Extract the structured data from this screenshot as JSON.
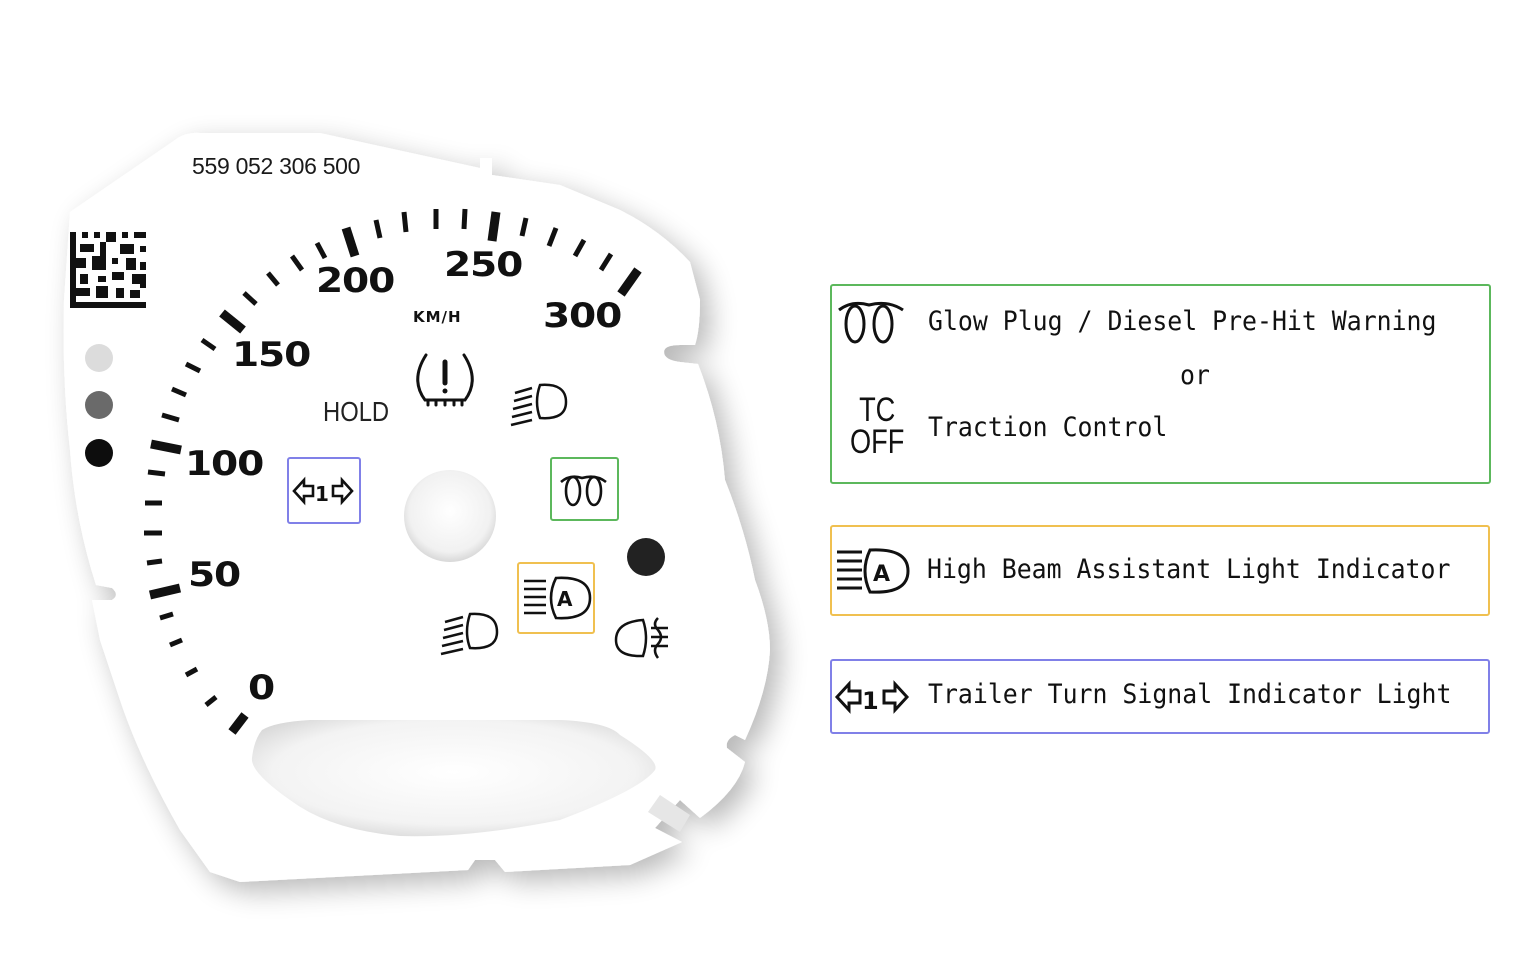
{
  "gauge": {
    "part_number": "559 052 306 500",
    "unit": "KM/H",
    "hold_label": "HOLD",
    "speed_labels": [
      "0",
      "50",
      "100",
      "150",
      "200",
      "250",
      "300"
    ],
    "indicator_icons": [
      "tire-pressure-warning-icon",
      "low-beam-icon",
      "trailer-turn-signal-icon",
      "glow-plug-icon",
      "high-beam-assist-icon",
      "low-beam-lower-icon",
      "rear-fog-light-icon"
    ],
    "highlight_colors": {
      "green": "#5cb85c",
      "orange": "#f0c050",
      "purple": "#8080e8"
    }
  },
  "legend": {
    "glow_plug": {
      "title": "Glow Plug / Diesel Pre-Hit Warning",
      "or_label": "or",
      "tc_icon_line1": "TC",
      "tc_icon_line2": "OFF",
      "alt_title": "Traction Control",
      "border_color": "#5cb85c"
    },
    "high_beam": {
      "title": "High Beam Assistant Light Indicator",
      "border_color": "#f0c050"
    },
    "trailer": {
      "title": "Trailer Turn Signal Indicator Light",
      "border_color": "#8080e8"
    }
  }
}
